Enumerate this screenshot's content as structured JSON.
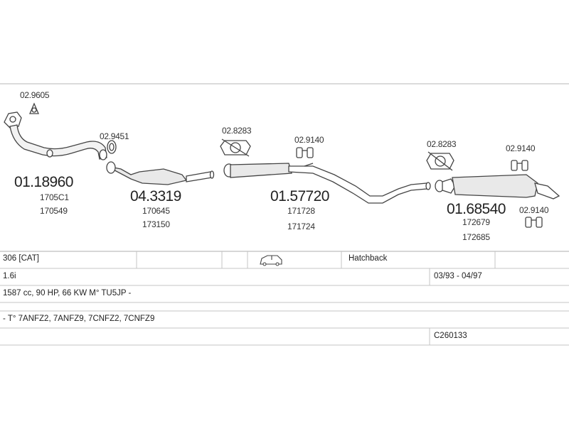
{
  "parts": {
    "gasket_front": "02.9605",
    "front_pipe": {
      "code": "01.18960",
      "refs": [
        "1705C1",
        "170549"
      ]
    },
    "clamp_front": "02.9451",
    "catalyst": {
      "code": "04.3319",
      "refs": [
        "170645",
        "173150"
      ]
    },
    "mount_middle": "02.8283",
    "hanger_middle": "02.9140",
    "middle_muffler": {
      "code": "01.57720",
      "refs": [
        "171728",
        "171724"
      ]
    },
    "mount_rear": "02.8283",
    "hanger_rear_top": "02.9140",
    "rear_muffler": {
      "code": "01.68540",
      "refs": [
        "172679",
        "172685"
      ]
    },
    "hanger_rear_bottom": "02.9140"
  },
  "table": {
    "model": "306  [CAT]",
    "body_type": "Hatchback",
    "engine": "1.6i",
    "years": "03/93 - 04/97",
    "engine_spec": "1587 cc, 90 HP, 66 KW M° TU5JP -",
    "types": "- T° 7ANFZ2, 7ANFZ9, 7CNFZ2, 7CNFZ9",
    "catalog_code": "C260133"
  },
  "icons": {
    "vehicle": "hatchback-car-icon"
  },
  "colors": {
    "line": "#555555",
    "rule": "#bdbdbd",
    "fill": "#e9e9e9"
  }
}
